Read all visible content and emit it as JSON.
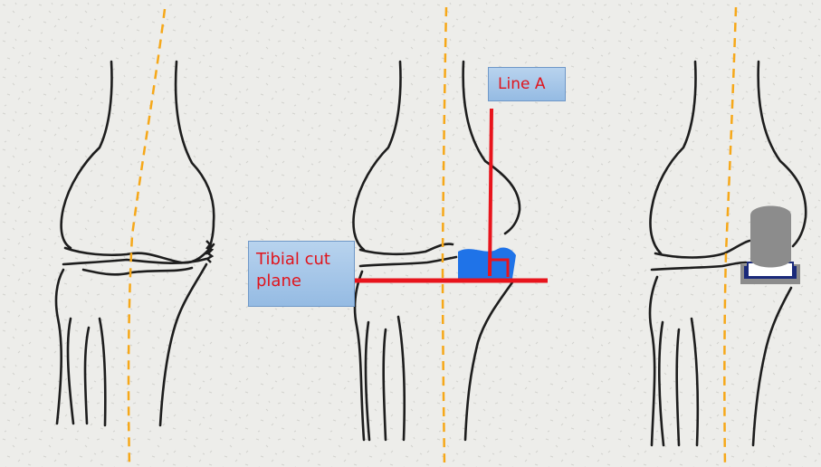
{
  "labels": {
    "line_a": "Line A",
    "tibial_cut_plane": "Tibial cut plane"
  },
  "colors": {
    "background": "#eeeeeb",
    "bone_outline": "#1d1d1d",
    "axis_dashed": "#f6a819",
    "annotation_red": "#e8141c",
    "resected_bone": "#1f73e8",
    "label_box": "#a6c6e8",
    "implant_femoral": "#8c8c8c",
    "implant_liner": "#ffffff",
    "implant_tray": "#1a2a7a"
  },
  "panels": [
    {
      "name": "native-knee"
    },
    {
      "name": "planned-resection-knee"
    },
    {
      "name": "unicompartmental-implant-knee"
    }
  ]
}
